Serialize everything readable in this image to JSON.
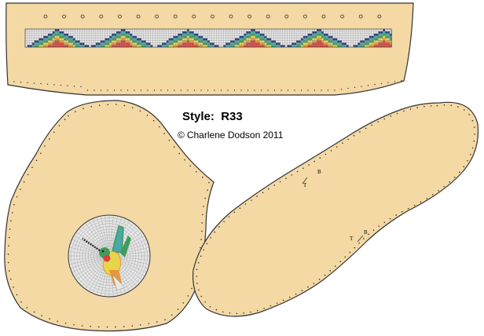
{
  "title": {
    "label": "Style:",
    "code": "R33"
  },
  "copyright": {
    "symbol": "©",
    "text": "Charlene Dodson 2011"
  },
  "sole_markers": [
    {
      "letters": [
        "B",
        "T"
      ]
    },
    {
      "letters": [
        "B",
        "T"
      ]
    }
  ],
  "colors": {
    "leather": "#f4d9a5",
    "outline": "#333333",
    "bead_white": "#e6e6e6",
    "bead_grid": "#8a8a8a",
    "red": "#d9413c",
    "orange": "#e8963a",
    "yellow": "#e8d64a",
    "green": "#3f9c5a",
    "teal": "#4aa8a8",
    "navy": "#2a3f78"
  },
  "pieces": [
    {
      "name": "cuff-piece",
      "features": [
        "beaded-chevron-band",
        "lace-holes"
      ]
    },
    {
      "name": "vamp-piece",
      "features": [
        "hummingbird-rosette"
      ]
    },
    {
      "name": "sole-piece",
      "features": [
        "stitch-holes",
        "alignment-marks"
      ]
    }
  ]
}
